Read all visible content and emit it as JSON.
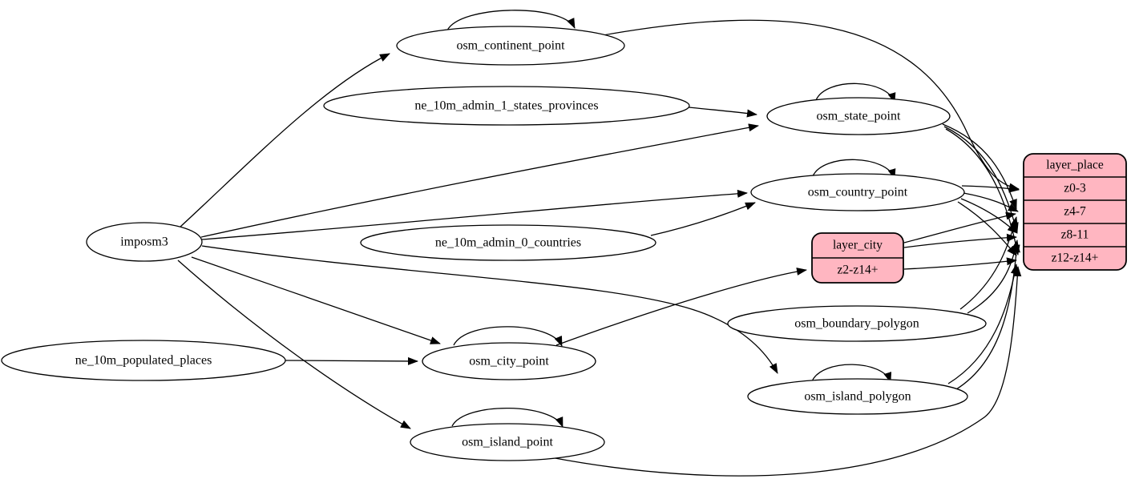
{
  "diagram": {
    "type": "etl-dependency-graph",
    "background": "#ffffff",
    "colors": {
      "edge": "#000000",
      "table_node_fill": "#ffffff",
      "layer_record_fill": "#ffb6c1",
      "stroke": "#000000"
    }
  },
  "nodes": {
    "imposm3": {
      "label": "imposm3"
    },
    "osm_continent_point": {
      "label": "osm_continent_point"
    },
    "ne_10m_admin_1_states_provinces": {
      "label": "ne_10m_admin_1_states_provinces"
    },
    "osm_state_point": {
      "label": "osm_state_point"
    },
    "osm_country_point": {
      "label": "osm_country_point"
    },
    "ne_10m_admin_0_countries": {
      "label": "ne_10m_admin_0_countries"
    },
    "osm_boundary_polygon": {
      "label": "osm_boundary_polygon"
    },
    "osm_city_point": {
      "label": "osm_city_point"
    },
    "ne_10m_populated_places": {
      "label": "ne_10m_populated_places"
    },
    "osm_island_polygon": {
      "label": "osm_island_polygon"
    },
    "osm_island_point": {
      "label": "osm_island_point"
    }
  },
  "records": {
    "layer_city": {
      "title": "layer_city",
      "rows": [
        "z2-z14+"
      ]
    },
    "layer_place": {
      "title": "layer_place",
      "rows": [
        "z0-3",
        "z4-7",
        "z8-11",
        "z12-z14+"
      ]
    }
  },
  "edges": [
    {
      "from": "imposm3",
      "to": "osm_continent_point"
    },
    {
      "from": "imposm3",
      "to": "osm_state_point"
    },
    {
      "from": "imposm3",
      "to": "osm_country_point"
    },
    {
      "from": "imposm3",
      "to": "osm_city_point"
    },
    {
      "from": "imposm3",
      "to": "osm_island_point"
    },
    {
      "from": "imposm3",
      "to": "osm_island_polygon"
    },
    {
      "from": "ne_10m_admin_1_states_provinces",
      "to": "osm_state_point"
    },
    {
      "from": "ne_10m_admin_0_countries",
      "to": "osm_country_point"
    },
    {
      "from": "ne_10m_populated_places",
      "to": "osm_city_point"
    },
    {
      "from": "osm_continent_point",
      "to": "osm_continent_point",
      "self_loop": true
    },
    {
      "from": "osm_state_point",
      "to": "osm_state_point",
      "self_loop": true
    },
    {
      "from": "osm_country_point",
      "to": "osm_country_point",
      "self_loop": true
    },
    {
      "from": "osm_city_point",
      "to": "osm_city_point",
      "self_loop": true
    },
    {
      "from": "osm_island_point",
      "to": "osm_island_point",
      "self_loop": true
    },
    {
      "from": "osm_island_polygon",
      "to": "osm_island_polygon",
      "self_loop": true
    },
    {
      "from": "osm_continent_point",
      "to": "layer_place",
      "row": "z0-3"
    },
    {
      "from": "osm_state_point",
      "to": "layer_place",
      "row": "z4-7"
    },
    {
      "from": "osm_state_point",
      "to": "layer_place",
      "row": "z8-11"
    },
    {
      "from": "osm_state_point",
      "to": "layer_place",
      "row": "z12-z14+"
    },
    {
      "from": "osm_country_point",
      "to": "layer_place",
      "row": "z0-3"
    },
    {
      "from": "osm_country_point",
      "to": "layer_place",
      "row": "z4-7"
    },
    {
      "from": "osm_country_point",
      "to": "layer_place",
      "row": "z8-11"
    },
    {
      "from": "osm_country_point",
      "to": "layer_place",
      "row": "z12-z14+"
    },
    {
      "from": "osm_city_point",
      "to": "layer_city",
      "row": "z2-z14+"
    },
    {
      "from": "layer_city",
      "to": "layer_place",
      "row": "z4-7"
    },
    {
      "from": "layer_city",
      "to": "layer_place",
      "row": "z8-11"
    },
    {
      "from": "layer_city",
      "to": "layer_place",
      "row": "z12-z14+"
    },
    {
      "from": "osm_boundary_polygon",
      "to": "layer_place",
      "row": "z4-7"
    },
    {
      "from": "osm_boundary_polygon",
      "to": "layer_place",
      "row": "z8-11"
    },
    {
      "from": "osm_island_polygon",
      "to": "layer_place",
      "row": "z8-11"
    },
    {
      "from": "osm_island_polygon",
      "to": "layer_place",
      "row": "z12-z14+"
    },
    {
      "from": "osm_island_point",
      "to": "layer_place",
      "row": "z12-z14+"
    }
  ]
}
